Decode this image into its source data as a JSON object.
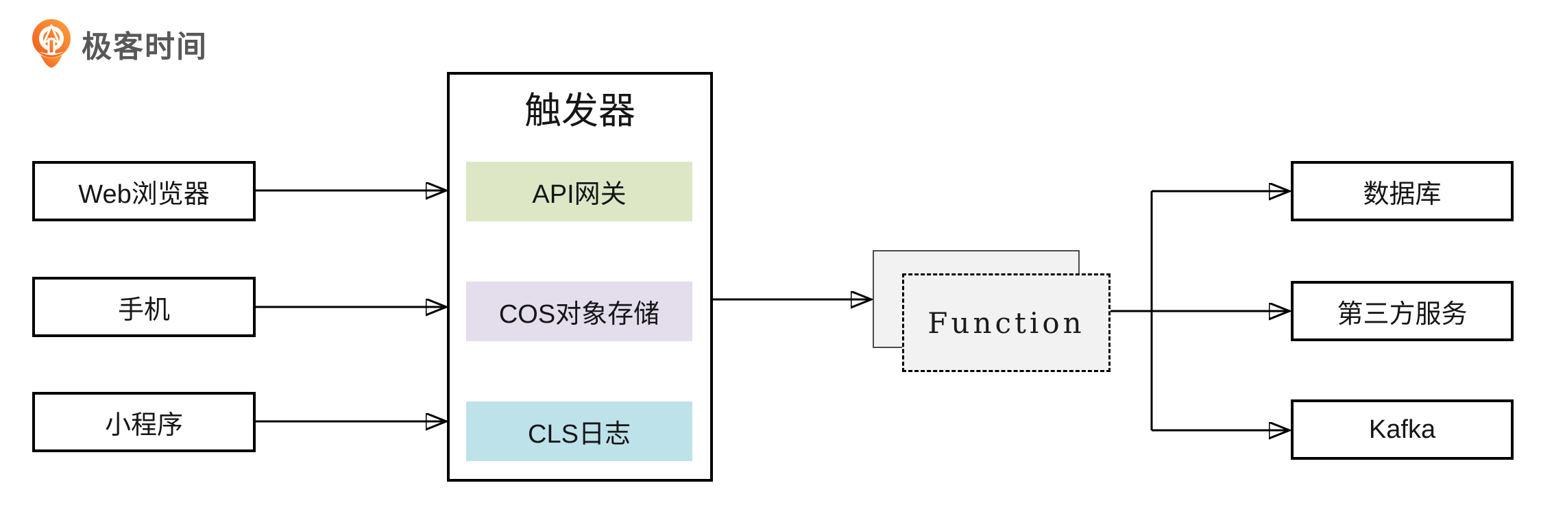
{
  "logo": {
    "text": "极客时间"
  },
  "diagram": {
    "sources": [
      {
        "id": "web-browser",
        "label": "Web浏览器"
      },
      {
        "id": "phone",
        "label": "手机"
      },
      {
        "id": "mini-program",
        "label": "小程序"
      }
    ],
    "trigger": {
      "title": "触发器",
      "items": [
        {
          "id": "api-gateway",
          "label": "API网关",
          "color": "#dde7c6"
        },
        {
          "id": "cos-object-storage",
          "label": "COS对象存储",
          "color": "#e3ddec"
        },
        {
          "id": "cls-log",
          "label": "CLS日志",
          "color": "#bde2ea"
        }
      ]
    },
    "function": {
      "label": "Function",
      "fill": "#f2f2f2"
    },
    "targets": [
      {
        "id": "database",
        "label": "数据库"
      },
      {
        "id": "third-party-service",
        "label": "第三方服务"
      },
      {
        "id": "kafka",
        "label": "Kafka"
      }
    ],
    "edges": [
      {
        "from": "web-browser",
        "to": "trigger"
      },
      {
        "from": "phone",
        "to": "trigger"
      },
      {
        "from": "mini-program",
        "to": "trigger"
      },
      {
        "from": "trigger",
        "to": "function"
      },
      {
        "from": "function",
        "to": "database"
      },
      {
        "from": "function",
        "to": "third-party-service"
      },
      {
        "from": "function",
        "to": "kafka"
      }
    ],
    "colors": {
      "line": "#000000",
      "box_border": "#000000",
      "logo_orange": "#f0571d",
      "logo_text": "#595757"
    }
  }
}
